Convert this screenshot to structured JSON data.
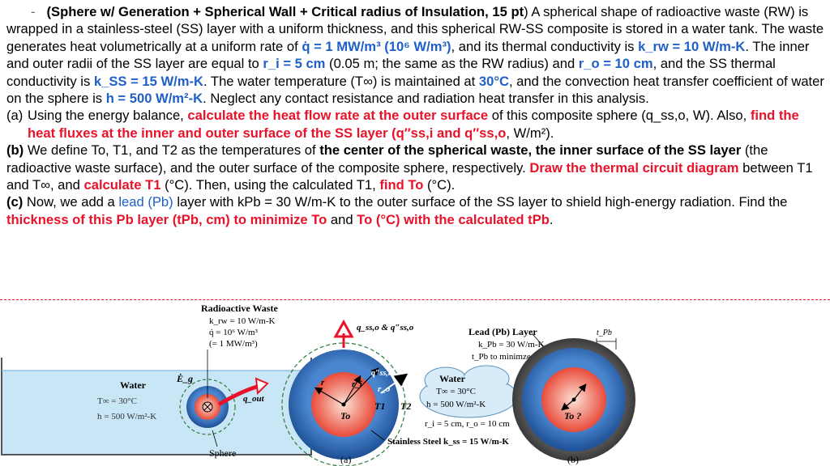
{
  "problem": {
    "bullet": "-",
    "title": "(Sphere w/ Generation + Spherical Wall + Critical radius of Insulation, 15 pt",
    "title_close": ")",
    "intro_1": " A spherical shape of radioactive waste (RW) is wrapped in a stainless-steel (SS) layer with a uniform thickness, and this spherical RW-SS composite is stored in a water tank. The waste generates heat volumetrically at a uniform rate of ",
    "qdot": "q̇ = 1 MW/m³ (10⁶ W/m³)",
    "intro_2": ", and its thermal conductivity is ",
    "krw": "k_rw = 10 W/m-K",
    "intro_3": ". The inner and outer radii of the SS layer are equal to ",
    "ri": "r_i = 5 cm",
    "intro_4": " (0.05 m; the same as the RW radius) and ",
    "ro": "r_o = 10 cm",
    "intro_5": ", and the SS thermal conductivity is ",
    "kss": "k_SS = 15 W/m-K",
    "intro_6": ". The water temperature (T∞) is maintained at ",
    "tinf": "30°C",
    "intro_7": ", and the convection heat transfer coefficient of water on the sphere is ",
    "h": "h = 500 W/m²-K",
    "intro_8": ". Neglect any contact resistance and radiation heat transfer in this analysis.",
    "a_label": "(a)",
    "a_1": "Using the energy balance, ",
    "a_red1": "calculate the heat flow rate at the outer surface",
    "a_2": " of this composite sphere (q_ss,o, W). Also, ",
    "a_red2": "find the heat fluxes at the inner and outer surface of the SS layer (q″ss,i and q″ss,o",
    "a_3": ", W/m²).",
    "b_label": "(b)",
    "b_1": " We define To, T1, and T2 as the temperatures of ",
    "b_bold": "the center of the spherical waste, the inner surface of the SS layer",
    "b_2": " (the radioactive waste surface), and the outer surface of the composite sphere, respectively. ",
    "b_red1": "Draw the thermal circuit diagram",
    "b_3": " between T1 and T∞, and ",
    "b_red2": "calculate T1",
    "b_4": " (°C). Then, using the calculated T1, ",
    "b_red3": "find To",
    "b_5": " (°C).",
    "c_label": "(c)",
    "c_1": " Now, we add a ",
    "c_blue": "lead (Pb)",
    "c_2": " layer with kPb = 30 W/m-K to the outer surface of the SS layer to shield high-energy radiation. Find the ",
    "c_red": "thickness of this Pb layer (tPb, cm) to minimize To",
    "c_3": " and ",
    "c_red2": "To (°C) with the calculated tPb",
    "c_4": "."
  },
  "figure": {
    "rw_title": "Radioactive Waste",
    "rw_k": "k_rw = 10 W/m-K",
    "rw_q": "q̇ = 10⁶ W/m³",
    "rw_q2": "(= 1 MW/m³)",
    "water": "Water",
    "tinf": "T∞ = 30°C",
    "h": "h = 500 W/m²-K",
    "eg": "Ė_g",
    "qout": "q_out",
    "sphere": "Sphere",
    "label_a": "(a)",
    "label_b": "(b)",
    "q_top": "q_ss,o & q″ss,o",
    "q_inner": "q″ss,i",
    "ri": "r_i",
    "ro": "r_o",
    "r": "r",
    "to": "To",
    "t1": "T1",
    "t2": "T2",
    "radii": "r_i = 5 cm, r_o = 10 cm",
    "ss": "Stainless Steel k_ss = 15 W/m-K",
    "pb_title": "Lead (Pb) Layer",
    "pb_k": "k_Pb = 30 W/m-K",
    "pb_t": "t_Pb to minimze To?",
    "tpb": "t_Pb",
    "to_q": "To ?"
  },
  "colors": {
    "accent_red": "#e8132a",
    "blue": "#1f5fc7",
    "water": "#c9e6f6",
    "ss": "#2f6fbf",
    "rw": "#e84b3a"
  }
}
